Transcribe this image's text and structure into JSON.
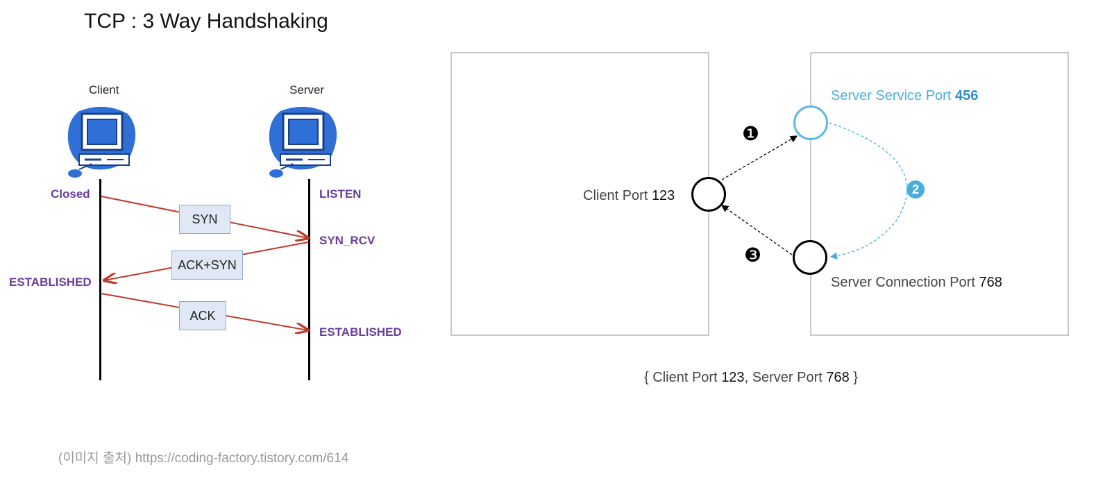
{
  "title": "TCP : 3 Way Handshaking",
  "left": {
    "client_label": "Client",
    "server_label": "Server",
    "client_states": [
      "Closed",
      "ESTABLISHED"
    ],
    "server_states": [
      "LISTEN",
      "SYN_RCV",
      "ESTABLISHED"
    ],
    "messages": [
      "SYN",
      "ACK+SYN",
      "ACK"
    ]
  },
  "right": {
    "client_port": {
      "label": "Client Port",
      "value": "123"
    },
    "server_service_port": {
      "label": "Server Service Port",
      "value": "456"
    },
    "server_connection_port": {
      "label": "Server Connection Port",
      "value": "768"
    },
    "steps": [
      "❶",
      "2",
      "❸"
    ],
    "tuple": {
      "open": "{",
      "client_label": "Client Port",
      "client_value": "123",
      "sep": ",",
      "server_label": "Server Port",
      "server_value": "768",
      "close": "}"
    }
  },
  "source_note": "(이미지 출처)  https://coding-factory.tistory.com/614",
  "colors": {
    "state_purple": "#6a3d9a",
    "arrow_red": "#c0392b",
    "port_blue": "#4aaedc",
    "computer_blue": "#2f6fd6"
  }
}
